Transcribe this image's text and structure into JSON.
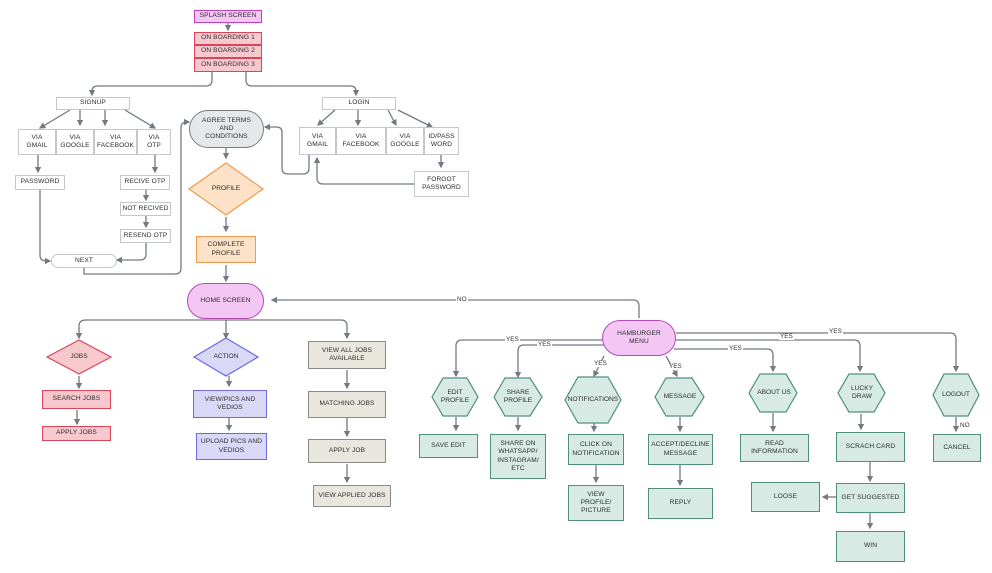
{
  "nodes": {
    "splash": "SPLASH SCREEN",
    "onboard1": "ON BOARDING 1",
    "onboard2": "ON BOARDING 2",
    "onboard3": "ON BOARDING 3",
    "signup": "SIGNUP",
    "login": "LOGIN",
    "su_gmail": "VIA\nGMAIL",
    "su_google": "VIA\nGOOGLE",
    "su_facebook": "VIA\nFACEBOOK",
    "su_otp": "VIA\nOTP",
    "password": "PASSWORD",
    "recive_otp": "RECIVE OTP",
    "not_recived": "NOT RECIVED",
    "resend_otp": "RESEND OTP",
    "next": "NEXT",
    "agree_terms": "AGREE TERMS\nAND\nCONDITIONS",
    "profile": "PROFILE",
    "complete_profile": "COMPLETE\nPROFILE",
    "li_gmail": "VIA\nGMAIL",
    "li_facebook": "VIA\nFACEBOOK",
    "li_google": "VIA\nGOOGLE",
    "li_idpass": "ID/PASS\nWORD",
    "forgot_password": "FORGOT\nPASSWORD",
    "home_screen": "HOME SCREEN",
    "jobs": "JOBS",
    "search_jobs": "SEARCH JOBS",
    "apply_jobs": "APPLY JOBS",
    "action": "ACTION",
    "view_pics": "VIEW/PICS AND\nVEDIOS",
    "upload_pics": "UPLOAD PICS AND\nVEDIOS",
    "view_all_jobs": "VIEW ALL JOBS\nAVAILABLE",
    "matching_jobs": "MATCHING JOBS",
    "apply_job": "APPLY JOB",
    "view_applied_jobs": "VIEW APPLIED JOBS",
    "hamburger_menu": "HAMBURGER\nMENU",
    "edit_profile": "EDIT\nPROFILE",
    "save_edit": "SAVE EDIT",
    "share_profile": "SHARE\nPROFILE",
    "share_on": "SHARE ON\nWHATSAPP/\nINSTAGRAM/\nETC",
    "notifications": "NOTIFICATIONS",
    "click_on_notification": "CLICK ON\nNOTIFICATION",
    "view_profile_picture": "VIEW\nPROFILE/\nPICTURE",
    "message": "MESSAGE",
    "accept_decline": "ACCEPT/DECLINE\nMESSAGE",
    "reply": "REPLY",
    "about_us": "ABOUT US",
    "read_information": "READ\nINFORMATION",
    "lucky_draw": "LUCKY\nDRAW",
    "scrach_card": "SCRACH CARD",
    "get_suggested": "GET SUGGESTED",
    "loose": "LOOSE",
    "win": "WIN",
    "logout": "LOGOUT",
    "cancel": "CANCEL"
  },
  "edge_labels": {
    "no_home": "NO",
    "yes_edit": "YES",
    "yes_share": "YES",
    "yes_notif": "YES",
    "yes_message": "YES",
    "yes_about": "YES",
    "yes_lucky": "YES",
    "yes_logout": "YES",
    "no_cancel": "NO"
  },
  "colors": {
    "edge": "#737a82",
    "splash_fill": "#f4c6f4",
    "onboarding_fill": "#f7c9cf",
    "profile_fill": "#fde2c8",
    "action_fill": "#d9d8f7",
    "jobs_list_fill": "#e9e6de",
    "menu_fill": "#d7ebe4"
  }
}
